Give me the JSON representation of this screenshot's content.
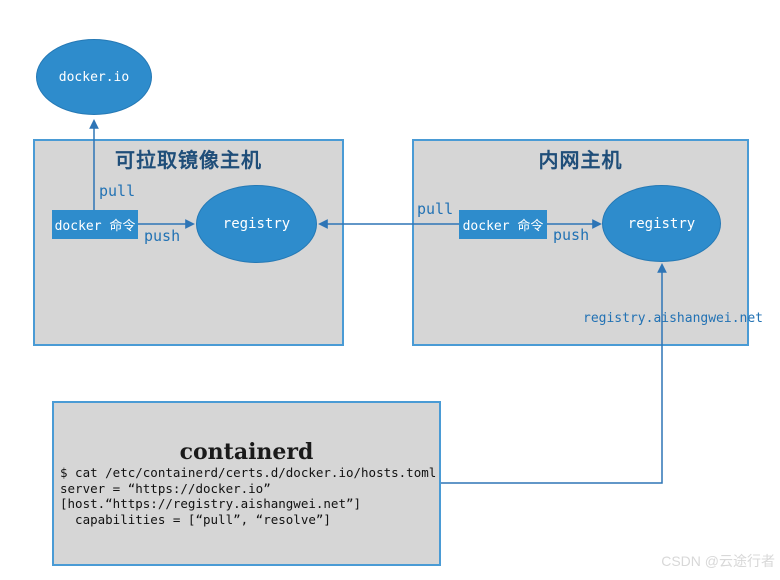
{
  "colors": {
    "node_blue": "#2E8CCC",
    "box_border_blue": "#4A9BD5",
    "box_fill_gray": "#D6D6D6",
    "title_navy": "#1F4E79",
    "label_blue": "#2272B4",
    "arrow_blue": "#2E75B6",
    "code_text": "#111111",
    "watermark_gray": "#D8D8D8"
  },
  "nodes": {
    "dockerio": {
      "label": "docker.io"
    },
    "left_registry": {
      "label": "registry"
    },
    "right_registry": {
      "label": "registry"
    },
    "left_docker_cmd": {
      "label": "docker 命令"
    },
    "right_docker_cmd": {
      "label": "docker 命令"
    }
  },
  "groups": {
    "left_host": {
      "title": "可拉取镜像主机"
    },
    "right_host": {
      "title": "内网主机",
      "registry_hostname": "registry.aishangwei.net"
    }
  },
  "edge_labels": {
    "left_pull": "pull",
    "left_push": "push",
    "right_pull": "pull",
    "right_push": "push"
  },
  "containerd": {
    "title": "containerd",
    "code_lines": [
      "$ cat /etc/containerd/certs.d/docker.io/hosts.toml",
      "server = “https://docker.io”",
      "[host.“https://registry.aishangwei.net”]",
      "  capabilities = [“pull”, “resolve”]"
    ]
  },
  "watermark": "CSDN @云途行者"
}
